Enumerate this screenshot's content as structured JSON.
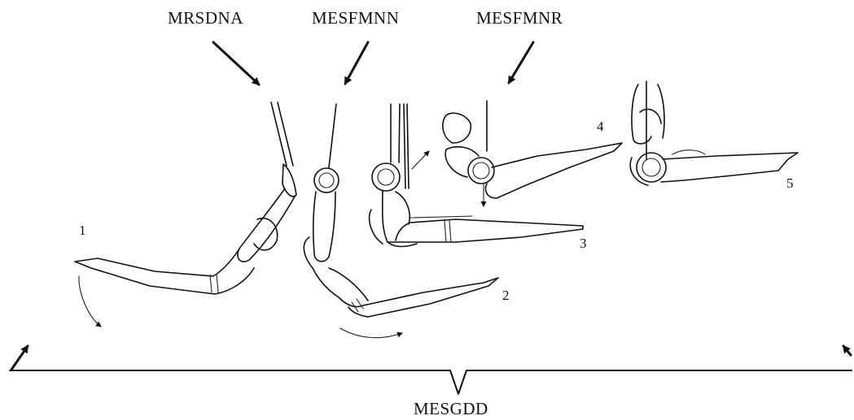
{
  "labels": {
    "top_left": "MRSDNA",
    "top_middle": "MESFMNN",
    "top_right": "MESFMNR",
    "bottom": "MESGDD"
  },
  "phases": [
    "1",
    "2",
    "3",
    "4",
    "5"
  ]
}
